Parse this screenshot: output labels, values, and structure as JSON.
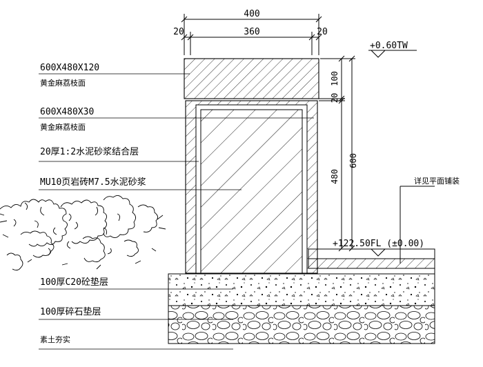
{
  "layers": [
    {
      "spec": "600X480X120",
      "material": "黄金麻荔枝面"
    },
    {
      "spec": "600X480X30",
      "material": "黄金麻荔枝面"
    },
    {
      "spec": "",
      "material": "20厚1:2水泥砂浆结合层"
    },
    {
      "spec": "",
      "material": "MU10页岩砖M7.5水泥砂浆"
    },
    {
      "spec": "",
      "material": "100厚C20砼垫层"
    },
    {
      "spec": "",
      "material": "100厚碎石垫层"
    },
    {
      "spec": "",
      "material": "素土夯实"
    }
  ],
  "dimensions": {
    "total_width": "400",
    "left_margin": "20",
    "inner_width": "360",
    "right_margin": "20",
    "cap_height": "100",
    "joint_height": "20",
    "body_height": "480",
    "overall_height": "600"
  },
  "elevations": {
    "top": "+0.60TW",
    "ground": "+122.50FL (±0.00)"
  },
  "notes": {
    "paving_ref": "详见平面铺装"
  },
  "colors": {
    "line": "#000000",
    "background": "#ffffff"
  }
}
